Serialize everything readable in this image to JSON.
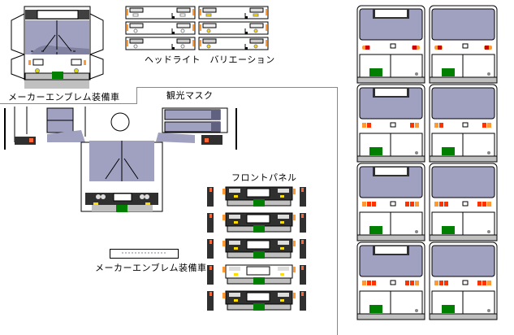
{
  "labels": {
    "maker_emblem_top": "メーカーエンブレム装備車",
    "headlight_variation": "ヘッドライト　バリエーション",
    "sightseeing_mask": "観光マスク",
    "front_panel": "フロントパネル",
    "maker_emblem_bottom": "メーカーエンブレム装備車"
  },
  "colors": {
    "window": "#a0a0c0",
    "window_dark": "#606080",
    "body": "#ffffff",
    "outline": "#000000",
    "bumper": "#c0c0c0",
    "panel_dark": "#303030",
    "plate_green": "#008000",
    "amber": "#ff9933",
    "red": "#ff3300",
    "yellow": "#ffdd00",
    "shadow": "#c0c0c0",
    "divider": "#888888"
  },
  "plate_text": ".3533",
  "headlight_variants": [
    {
      "type": "rect",
      "fog": "rect-gray"
    },
    {
      "type": "rect",
      "fog": "rect-yellow"
    },
    {
      "type": "round",
      "fog": "round-gray"
    },
    {
      "type": "round",
      "fog": "round-yellow"
    },
    {
      "type": "round-dim",
      "fog": "round-gray"
    },
    {
      "type": "round-dim",
      "fog": "round-yellow"
    }
  ],
  "front_panels": [
    {
      "style": "dark",
      "lamps": "rect"
    },
    {
      "style": "dark",
      "lamps": "round"
    },
    {
      "style": "dark",
      "lamps": "round"
    },
    {
      "style": "white",
      "lamps": "round-dim"
    },
    {
      "style": "dark",
      "lamps": "round-dim"
    }
  ],
  "rear_views": [
    {
      "row": 0,
      "destination_sign": true,
      "tail": "amber-red"
    },
    {
      "row": 0,
      "destination_sign": false,
      "tail": "amber-red"
    },
    {
      "row": 1,
      "destination_sign": true,
      "tail": "two-square"
    },
    {
      "row": 1,
      "destination_sign": false,
      "tail": "two-square"
    },
    {
      "row": 2,
      "destination_sign": true,
      "tail": "three-square"
    },
    {
      "row": 2,
      "destination_sign": false,
      "tail": "three-square"
    },
    {
      "row": 3,
      "destination_sign": true,
      "tail": "three-square-alt"
    },
    {
      "row": 3,
      "destination_sign": false,
      "tail": "three-square-alt"
    }
  ]
}
